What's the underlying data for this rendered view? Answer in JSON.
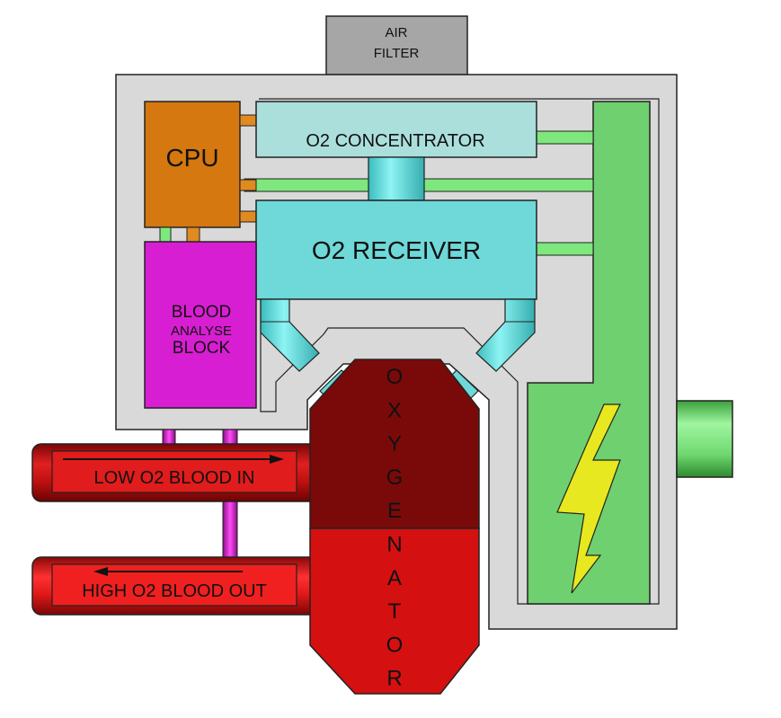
{
  "labels": {
    "air_filter_line1": "AIR",
    "air_filter_line2": "FILTER",
    "cpu": "CPU",
    "o2_concentrator": "O2 CONCENTRATOR",
    "o2_receiver": "O2 RECEIVER",
    "blood_analyse_line1": "BLOOD",
    "blood_analyse_line2": "ANALYSE",
    "blood_analyse_line3": "BLOCK",
    "low_o2_blood_in": "LOW O2 BLOOD IN",
    "high_o2_blood_out": "HIGH O2 BLOOD OUT",
    "oxygenator_letters": [
      "O",
      "X",
      "Y",
      "G",
      "E",
      "N",
      "A",
      "T",
      "O",
      "R"
    ]
  },
  "icons": {
    "power": "lightning-bolt-icon",
    "flow_in": "arrow-right-icon",
    "flow_out": "arrow-left-icon"
  },
  "colors": {
    "housing": "#d9d9d9",
    "air_filter": "#a6a6a6",
    "cpu": "#d4780f",
    "o2_concentrator": "#aadfdc",
    "o2_receiver": "#6fd8d8",
    "blood_analyse": "#d81ed2",
    "battery": "#6fd06f",
    "connector": "#7ee77e",
    "oxygenator_top": "#7a0a0a",
    "oxygenator_bottom": "#d41010",
    "blood_pipe": "#c81010",
    "lightning": "#e8e820"
  }
}
